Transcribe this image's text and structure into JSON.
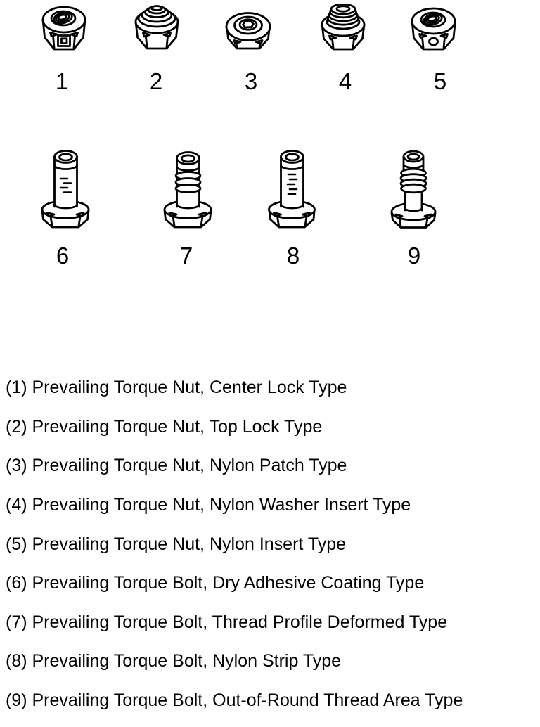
{
  "figure": {
    "nut_labels": [
      "1",
      "2",
      "3",
      "4",
      "5"
    ],
    "bolt_labels": [
      "6",
      "7",
      "8",
      "9"
    ]
  },
  "legend": {
    "items": [
      "(1) Prevailing Torque Nut, Center Lock Type",
      "(2) Prevailing Torque Nut, Top Lock Type",
      "(3) Prevailing Torque Nut, Nylon Patch Type",
      "(4) Prevailing Torque Nut, Nylon Washer Insert Type",
      "(5) Prevailing Torque Nut, Nylon Insert Type",
      "(6) Prevailing Torque Bolt, Dry Adhesive Coating Type",
      "(7) Prevailing Torque Bolt, Thread Profile Deformed Type",
      "(8) Prevailing Torque Bolt, Nylon Strip Type",
      "(9) Prevailing Torque Bolt, Out-of-Round Thread Area Type"
    ]
  },
  "colors": {
    "ink": "#000000",
    "background": "#ffffff"
  }
}
